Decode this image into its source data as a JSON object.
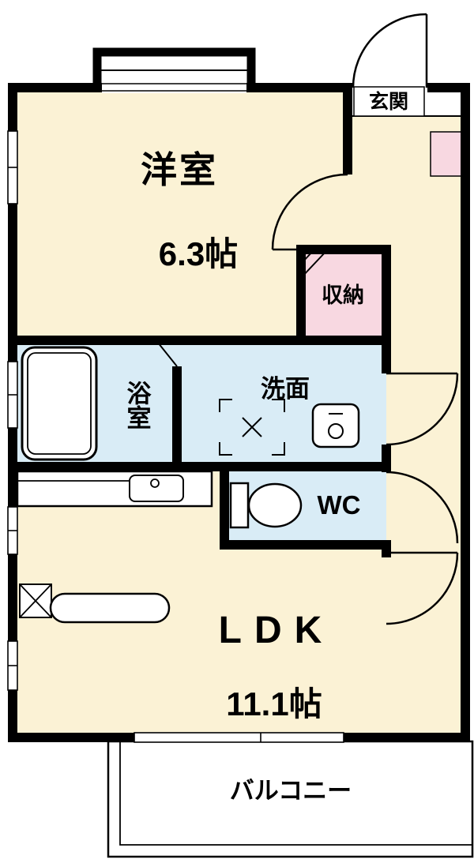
{
  "colors": {
    "room_cream": "#FBF2D5",
    "wet_blue": "#D9ECF6",
    "closet_pink": "#F8D8E1",
    "wall_black": "#000000",
    "floor_white": "#FFFFFF"
  },
  "rooms": {
    "western_room": {
      "label": "洋室",
      "size": "6.3帖"
    },
    "entrance": {
      "label": "玄関"
    },
    "storage": {
      "label": "収納"
    },
    "bathroom": {
      "label": "浴室"
    },
    "washroom": {
      "label": "洗面"
    },
    "toilet": {
      "label": "WC"
    },
    "ldk": {
      "label": "LDK",
      "size": "11.1帖"
    },
    "balcony": {
      "label": "バルコニー"
    }
  }
}
